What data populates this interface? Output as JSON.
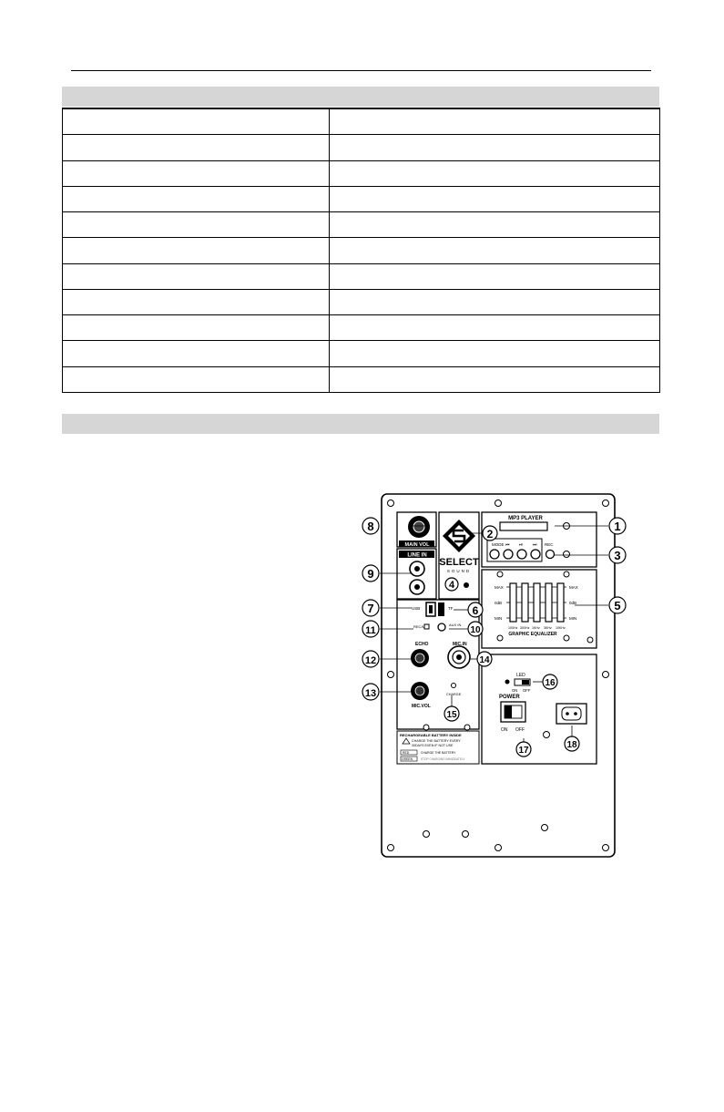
{
  "spec_table": {
    "rows": [
      [
        "",
        ""
      ],
      [
        "",
        ""
      ],
      [
        "",
        ""
      ],
      [
        "",
        ""
      ],
      [
        "",
        ""
      ],
      [
        "",
        ""
      ],
      [
        "",
        ""
      ],
      [
        "",
        ""
      ],
      [
        "",
        ""
      ],
      [
        "",
        ""
      ],
      [
        "",
        ""
      ]
    ]
  },
  "panel": {
    "brand_main": "SELECT",
    "brand_sub": "SOUND",
    "labels": {
      "main_vol": "MAIN VOL",
      "line_in": "LINE IN",
      "mp3_player": "MP3 PLAYER",
      "mode": "MODE",
      "rec": "REC",
      "usb": "USB",
      "tf": "TF",
      "rec_mic": "REC/MIC",
      "aux_in": "AUX IN",
      "echo": "ECHO",
      "mic_in": "MIC.IN",
      "mic_vol": "MIC.VOL",
      "charge": "CHARGE",
      "max": "MAX",
      "min": "MIN",
      "zero": "0dB",
      "graphic_eq": "GRAPHIC EQUALIZER",
      "led": "LED",
      "on": "ON",
      "off": "OFF",
      "power": "POWER",
      "battery_1": "RECHARGEABLE BATTERY INSIDE",
      "battery_2": "CHARGE THE BATTERY EVERY",
      "battery_3": "30DAYS EVEN IF NOT USE",
      "red": "RED",
      "green": "GREEN",
      "red_note": "CHARGE THE BATTERY",
      "green_note": "STOP CHARGING IMMEDIATELY"
    },
    "eq_bands": [
      "100Hz",
      "300Hz",
      "1KHz",
      "3KHz",
      "10KHz"
    ],
    "callouts": [
      "1",
      "2",
      "3",
      "4",
      "5",
      "6",
      "7",
      "8",
      "9",
      "10",
      "11",
      "12",
      "13",
      "14",
      "15",
      "16",
      "17",
      "18"
    ]
  },
  "footer": {
    "text": ""
  }
}
